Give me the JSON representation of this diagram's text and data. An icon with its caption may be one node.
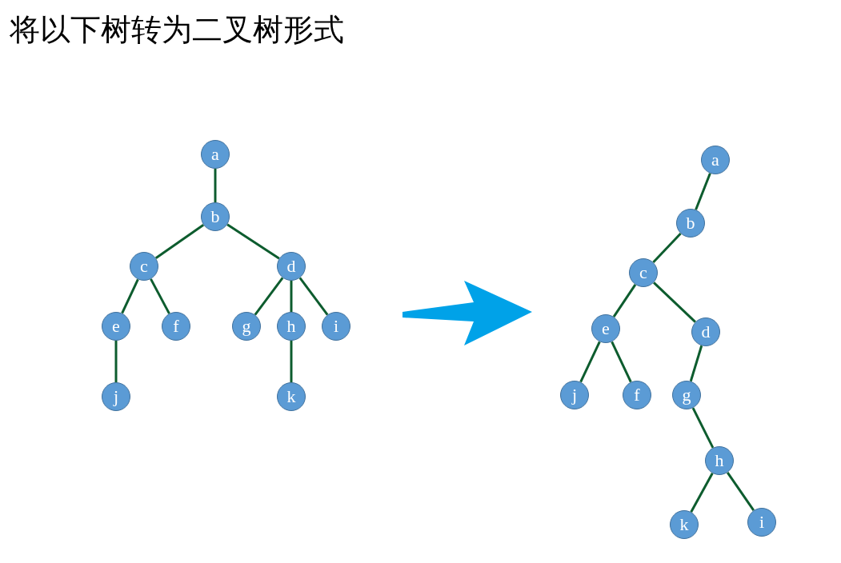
{
  "diagram": {
    "title": "将以下树转为二叉树形式",
    "nodes": [
      {
        "text": [
          "a"
        ]
      },
      {
        "text": [
          "b"
        ]
      },
      {
        "text": [
          "c"
        ]
      },
      {
        "text": [
          "d"
        ]
      },
      {
        "text": [
          "e"
        ]
      },
      {
        "text": [
          "f"
        ]
      },
      {
        "text": [
          "g"
        ]
      },
      {
        "text": [
          "h"
        ]
      },
      {
        "text": [
          "i"
        ]
      },
      {
        "text": [
          "j"
        ]
      },
      {
        "text": [
          "k"
        ]
      },
      {
        "text": [
          "a"
        ]
      },
      {
        "text": [
          "b"
        ]
      },
      {
        "text": [
          "c"
        ]
      },
      {
        "text": [
          "e"
        ]
      },
      {
        "text": [
          "d"
        ]
      },
      {
        "text": [
          "j"
        ]
      },
      {
        "text": [
          "f"
        ]
      },
      {
        "text": [
          "g"
        ]
      },
      {
        "text": [
          "h"
        ]
      },
      {
        "text": [
          "k"
        ]
      },
      {
        "text": [
          "i"
        ]
      }
    ],
    "edges": [
      {
        "from": 0,
        "to": 1,
        "arrow": "none"
      },
      {
        "from": 1,
        "to": 2,
        "arrow": "none"
      },
      {
        "from": 1,
        "to": 3,
        "arrow": "none"
      },
      {
        "from": 2,
        "to": 4,
        "arrow": "none"
      },
      {
        "from": 2,
        "to": 5,
        "arrow": "none"
      },
      {
        "from": 3,
        "to": 6,
        "arrow": "none"
      },
      {
        "from": 3,
        "to": 7,
        "arrow": "none"
      },
      {
        "from": 3,
        "to": 8,
        "arrow": "none"
      },
      {
        "from": 4,
        "to": 9,
        "arrow": "none"
      },
      {
        "from": 7,
        "to": 10,
        "arrow": "none"
      },
      {
        "from": 11,
        "to": 12,
        "arrow": "none"
      },
      {
        "from": 12,
        "to": 13,
        "arrow": "none"
      },
      {
        "from": 13,
        "to": 14,
        "arrow": "none"
      },
      {
        "from": 13,
        "to": 15,
        "arrow": "none"
      },
      {
        "from": 14,
        "to": 16,
        "arrow": "none"
      },
      {
        "from": 14,
        "to": 17,
        "arrow": "none"
      },
      {
        "from": 15,
        "to": 18,
        "arrow": "none"
      },
      {
        "from": 18,
        "to": 19,
        "arrow": "none"
      },
      {
        "from": 19,
        "to": 20,
        "arrow": "none"
      },
      {
        "from": 19,
        "to": 21,
        "arrow": "none"
      }
    ]
  }
}
